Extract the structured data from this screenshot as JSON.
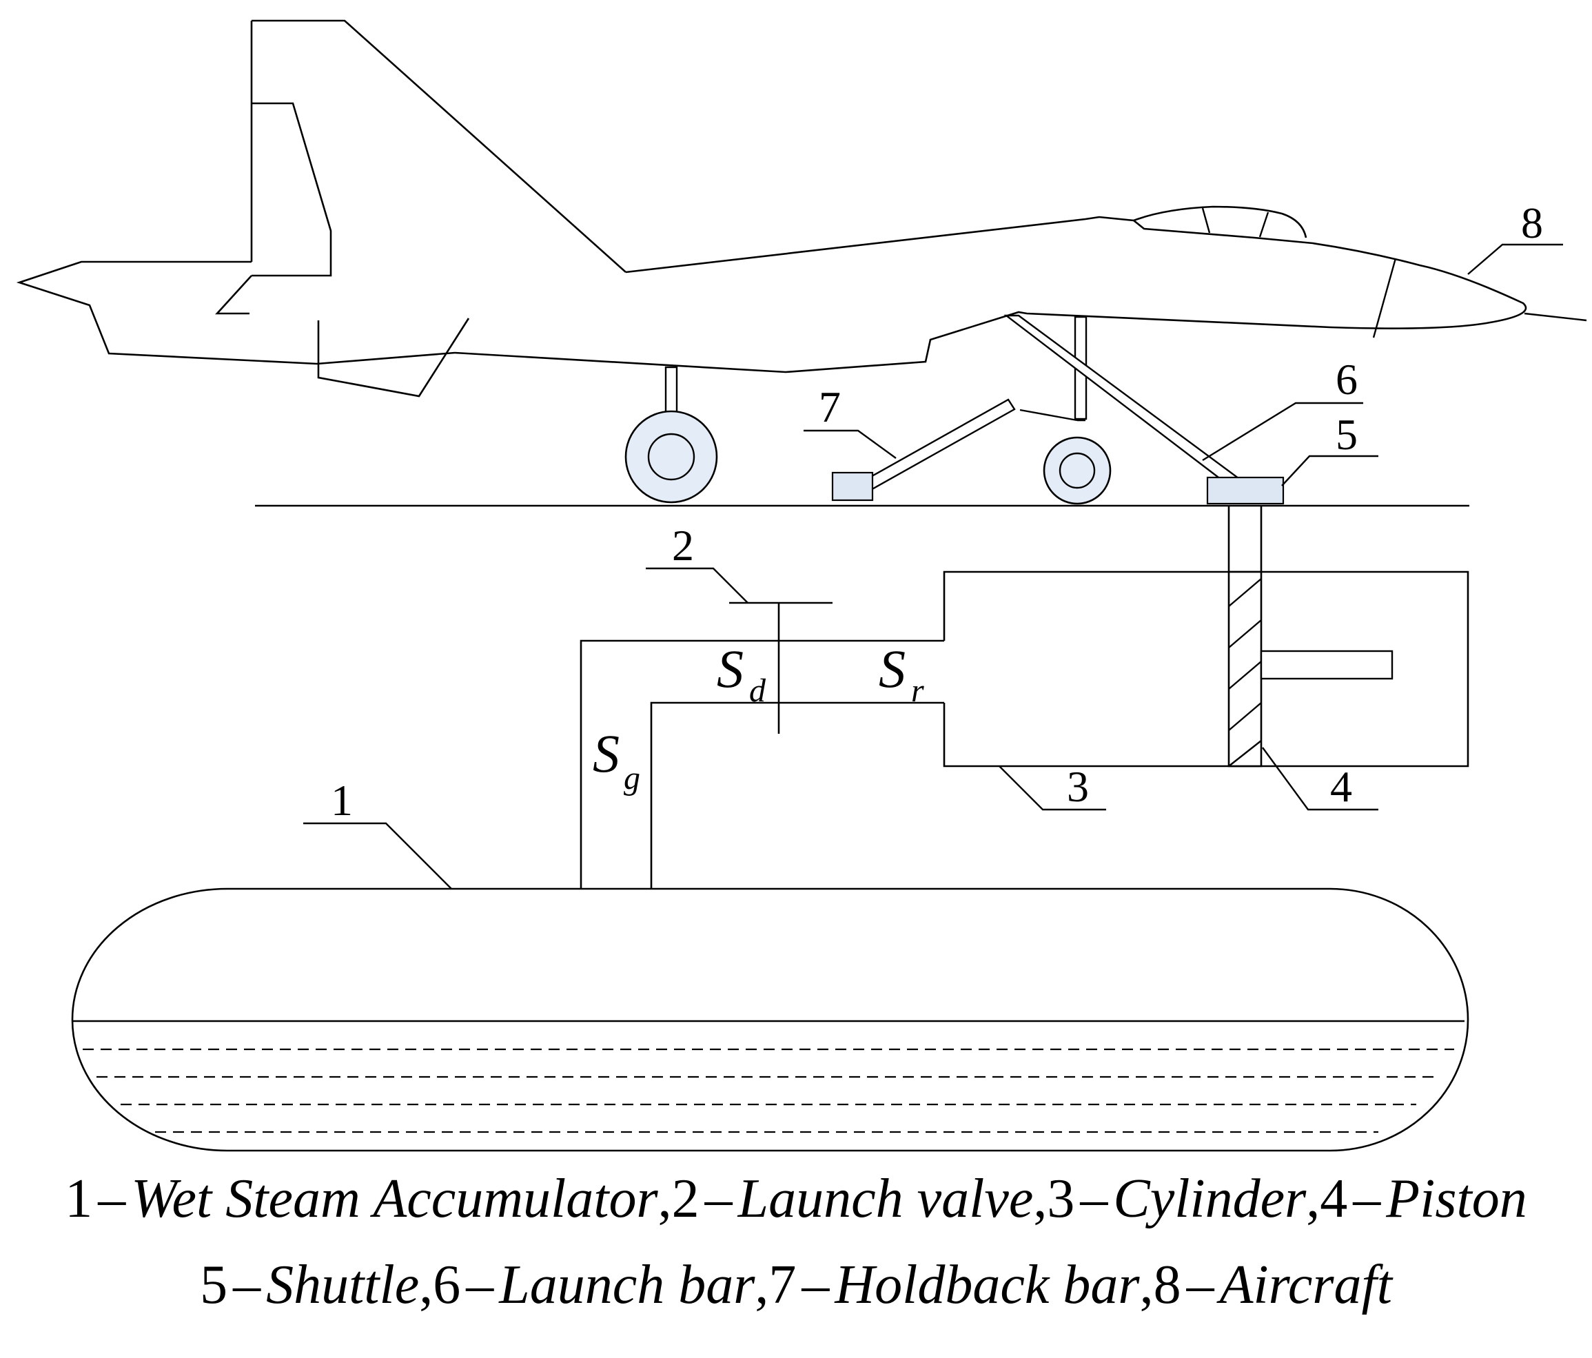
{
  "diagram": {
    "callouts": {
      "c1": "1",
      "c2": "2",
      "c3": "3",
      "c4": "4",
      "c5": "5",
      "c6": "6",
      "c7": "7",
      "c8": "8"
    },
    "symbols": {
      "sg": {
        "main": "S",
        "sub": "g"
      },
      "sd": {
        "main": "S",
        "sub": "d"
      },
      "sr": {
        "main": "S",
        "sub": "r"
      }
    }
  },
  "legend": {
    "line1": [
      {
        "num": "1",
        "text": "Wet Steam Accumulator"
      },
      {
        "num": "2",
        "text": "Launch valve"
      },
      {
        "num": "3",
        "text": "Cylinder"
      },
      {
        "num": "4",
        "text": "Piston"
      }
    ],
    "line2": [
      {
        "num": "5",
        "text": "Shuttle"
      },
      {
        "num": "6",
        "text": "Launch bar"
      },
      {
        "num": "7",
        "text": "Holdback bar"
      },
      {
        "num": "8",
        "text": "Aircraft"
      }
    ]
  }
}
